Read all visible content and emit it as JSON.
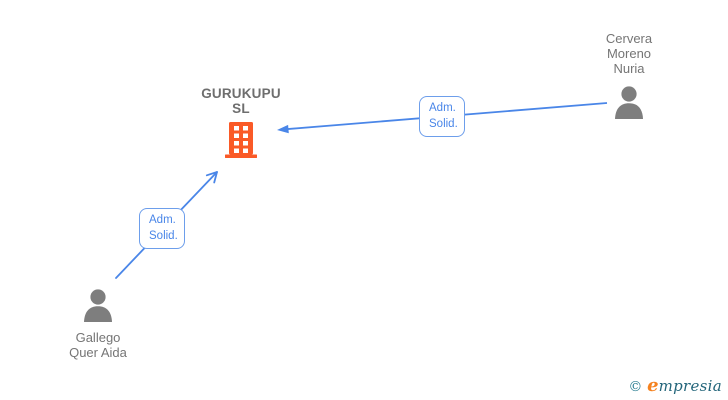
{
  "diagram": {
    "company": {
      "label_lines": [
        "GURUKUPU",
        "SL"
      ]
    },
    "persons": [
      {
        "id": "cervera-moreno-nuria",
        "label_lines": [
          "Cervera",
          "Moreno",
          "Nuria"
        ]
      },
      {
        "id": "gallego-quer-aida",
        "label_lines": [
          "Gallego",
          "Quer Aida"
        ]
      }
    ],
    "edges": [
      {
        "from": "Cervera Moreno Nuria",
        "to": "GURUKUPU SL",
        "label_lines": [
          "Adm.",
          "Solid."
        ]
      },
      {
        "from": "Gallego Quer Aida",
        "to": "GURUKUPU SL",
        "label_lines": [
          "Adm.",
          "Solid."
        ]
      }
    ]
  },
  "watermark": {
    "symbol": "©",
    "brand_head": "e",
    "brand_tail": "mpresia"
  },
  "colors": {
    "edge_blue": "#4a86e8",
    "box_border_blue": "#6d9eeb",
    "building_orange": "#fa5a27",
    "person_gray": "#7e7e7e",
    "label_gray": "#757575",
    "logo_teal": "#2c7f93",
    "logo_orange": "#f5821f"
  }
}
